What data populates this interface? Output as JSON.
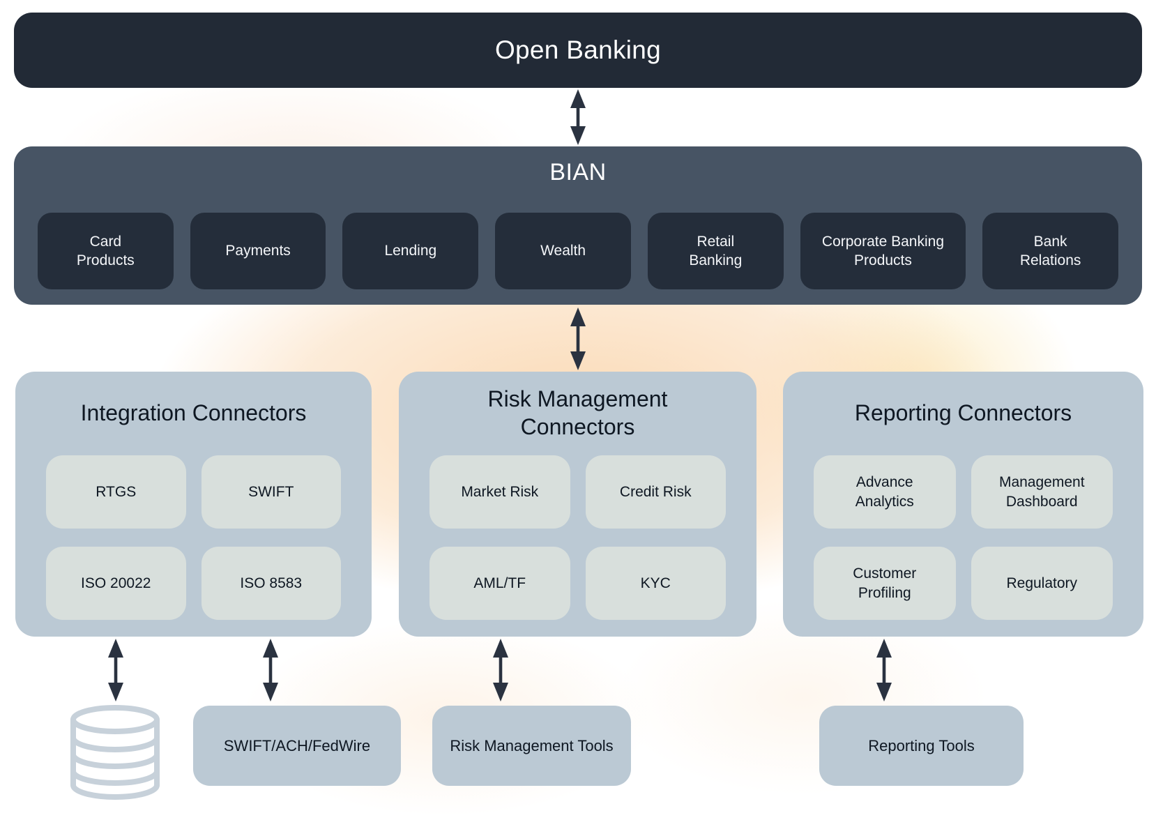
{
  "colors": {
    "top_bar_bg": "#222A36",
    "bian_bar_bg": "#475464",
    "bian_chip_bg": "#242D3A",
    "group_box_bg": "#BBC9D4",
    "group_chip_bg": "#D8DFDC",
    "bottom_box_bg": "#BBC9D4",
    "arrow_color": "#2A3240",
    "title_text": "#0E1722",
    "light_text": "#F4F6F9",
    "cylinder_stroke": "#C7D1DA"
  },
  "layers": {
    "open_banking": "Open Banking",
    "bian": {
      "title": "BIAN",
      "chips": [
        "Card\nProducts",
        "Payments",
        "Lending",
        "Wealth",
        "Retail\nBanking",
        "Corporate Banking\nProducts",
        "Bank\nRelations"
      ]
    }
  },
  "groups": [
    {
      "title": "Integration Connectors",
      "chips": [
        "RTGS",
        "SWIFT",
        "ISO 20022",
        "ISO 8583"
      ]
    },
    {
      "title": "Risk Management\nConnectors",
      "chips": [
        "Market Risk",
        "Credit Risk",
        "AML/TF",
        "KYC"
      ]
    },
    {
      "title": "Reporting Connectors",
      "chips": [
        "Advance\nAnalytics",
        "Management\nDashboard",
        "Customer\nProfiling",
        "Regulatory"
      ]
    }
  ],
  "bottom": {
    "boxes": [
      "SWIFT/ACH/FedWire",
      "Risk Management Tools",
      "Reporting Tools"
    ],
    "database_icon": "database-cylinder-icon"
  }
}
